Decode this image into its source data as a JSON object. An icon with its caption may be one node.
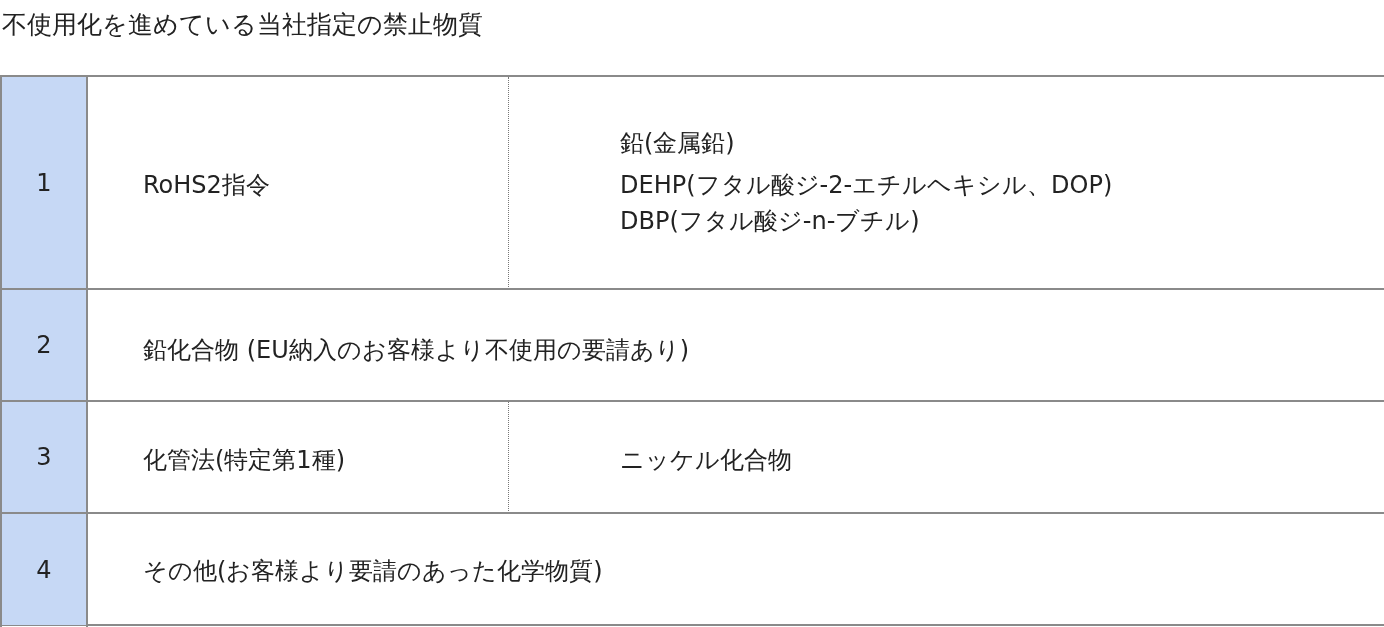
{
  "diagram": {
    "title": "不使用化を進めている当社指定の禁止物質",
    "labels": [
      "1",
      "RoHS2指令",
      "鉛(金属鉛)",
      "DEHP(フタル酸ジ-2-エチルヘキシル、DOP)",
      "DBP(フタル酸ジ-n-ブチル)",
      "2",
      "鉛化合物 (EU納入のお客様より不使用の要請あり)",
      "3",
      "化管法(特定第1種)",
      "ニッケル化合物",
      "4",
      "その他(お客様より要請のあった化学物質)"
    ]
  }
}
